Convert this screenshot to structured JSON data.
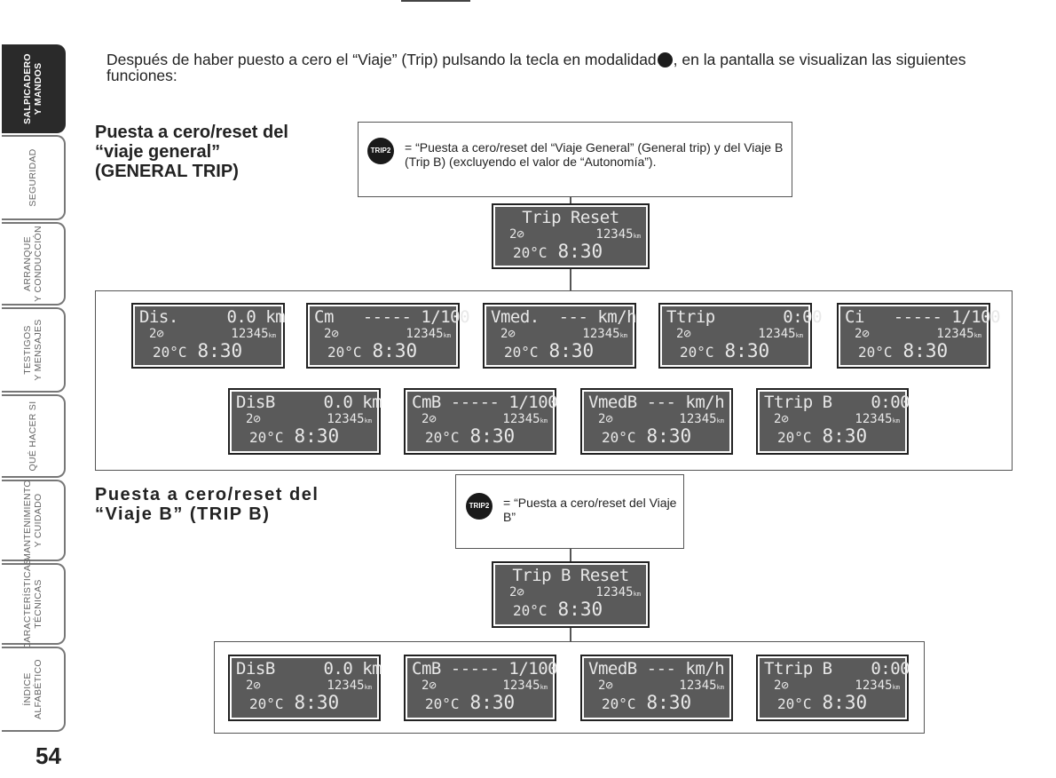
{
  "sidebar": {
    "tabs": [
      {
        "label": "SALPICADERO\nY MANDOS",
        "active": true
      },
      {
        "label": "SEGURIDAD",
        "active": false
      },
      {
        "label": "ARRANQUE\nY CONDUCCIÓN",
        "active": false
      },
      {
        "label": "TESTIGOS\nY MENSAJES",
        "active": false
      },
      {
        "label": "QUÉ HACER SI",
        "active": false
      },
      {
        "label": "MANTENIMIENTO\nY CUIDADO",
        "active": false
      },
      {
        "label": "CARACTERÍSTICAS\nTÉCNICAS",
        "active": false
      },
      {
        "label": "ÍNDICE\nALFABÉTICO",
        "active": false
      }
    ]
  },
  "page_number": "54",
  "intro": {
    "before": "Después de haber puesto a cero el “Viaje” (Trip) pulsando la tecla en modalidad",
    "after": ", en la pantalla se visualizan las siguientes funciones:"
  },
  "icon_label": "TRIP2",
  "section1": {
    "title": "Puesta a cero/reset del “viaje general” (GENERAL TRIP)",
    "note": "= “Puesta a cero/reset del “Viaje General” (General trip) y del Viaje B (Trip B) (excluyendo el valor de “Autonomía”).",
    "reset_display": "Trip Reset"
  },
  "section2": {
    "title": "Puesta a cero/reset del “Viaje B” (TRIP B)",
    "note": "= “Puesta a cero/reset del Viaje B”",
    "reset_display": "Trip B Reset"
  },
  "display_common": {
    "gear": "2⊘",
    "odometer": "12345",
    "odometer_unit": "km",
    "temperature": "20°C",
    "time": "8:30"
  },
  "general_displays_row1": [
    {
      "title": "Dis.     0.0 km"
    },
    {
      "title": "Cm   ----- 1/100"
    },
    {
      "title": "Vmed.  --- km/h"
    },
    {
      "title": "Ttrip       0:00"
    },
    {
      "title": "Ci   ----- 1/100"
    }
  ],
  "general_displays_row2": [
    {
      "title": "DisB     0.0 km"
    },
    {
      "title": "CmB ----- 1/100"
    },
    {
      "title": "VmedB --- km/h"
    },
    {
      "title": "Ttrip B    0:00"
    }
  ],
  "tripb_displays": [
    {
      "title": "DisB     0.0 km"
    },
    {
      "title": "CmB ----- 1/100"
    },
    {
      "title": "VmedB --- km/h"
    },
    {
      "title": "Ttrip B    0:00"
    }
  ]
}
